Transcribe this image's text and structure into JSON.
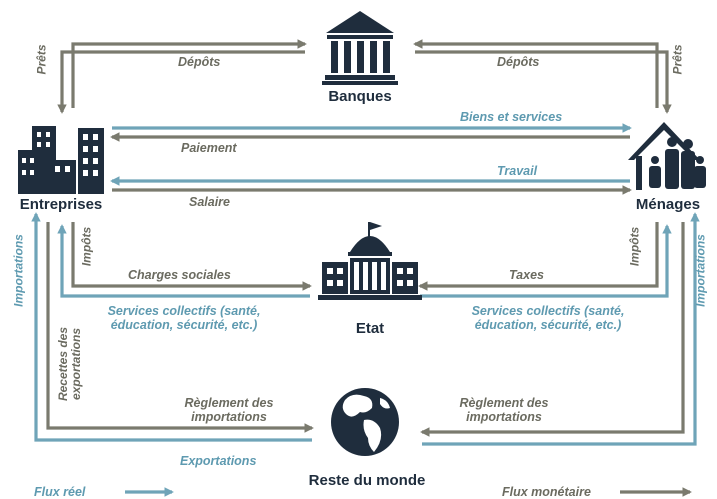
{
  "colors": {
    "money_flow": "#7a7a6e",
    "real_flow": "#6fa4b8",
    "icon": "#1f2d3d"
  },
  "nodes": {
    "banques": "Banques",
    "entreprises": "Entreprises",
    "menages": "Ménages",
    "etat": "Etat",
    "reste_du_monde": "Reste du monde"
  },
  "flows": {
    "prets_left": "Prêts",
    "prets_right": "Prêts",
    "depots_left": "Dépôts",
    "depots_right": "Dépôts",
    "biens_et_services": "Biens et services",
    "paiement": "Paiement",
    "travail": "Travail",
    "salaire": "Salaire",
    "impots_left": "Impôts",
    "impots_right": "Impôts",
    "charges_sociales": "Charges sociales",
    "taxes": "Taxes",
    "services_collectifs_left": "Services collectifs (santé, éducation, sécurité, etc.)",
    "services_collectifs_right": "Services collectifs (santé, éducation, sécurité, etc.)",
    "importations_left": "Importations",
    "importations_right": "Importations",
    "recettes_exportations": "Recettes des exportations",
    "reglement_left": "Règlement des importations",
    "reglement_right": "Règlement des importations",
    "exportations": "Exportations"
  },
  "legend": {
    "flux_reel": "Flux réel",
    "flux_monetaire": "Flux monétaire"
  }
}
